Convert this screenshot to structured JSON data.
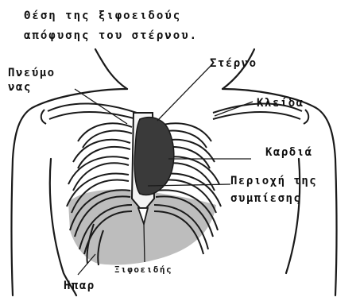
{
  "title": {
    "line1": "Θέση της ξιφοειδούς",
    "line2": "απόφυσης του στέρνου."
  },
  "labels": {
    "lung_line1": "Πνεύμο",
    "lung_line2": "νας",
    "sternum": "Στέρνο",
    "clavicle": "Κλείδα",
    "heart": "Καρδιά",
    "compression_line1": "Περιοχή της",
    "compression_line2": "συμπίεσης",
    "xiphoid": "Ξιφοειδής",
    "liver": "Ηπαρ"
  },
  "colors": {
    "heart": "#3a3a3a",
    "liver": "#bdbdbd",
    "line": "#1a1a1a"
  }
}
